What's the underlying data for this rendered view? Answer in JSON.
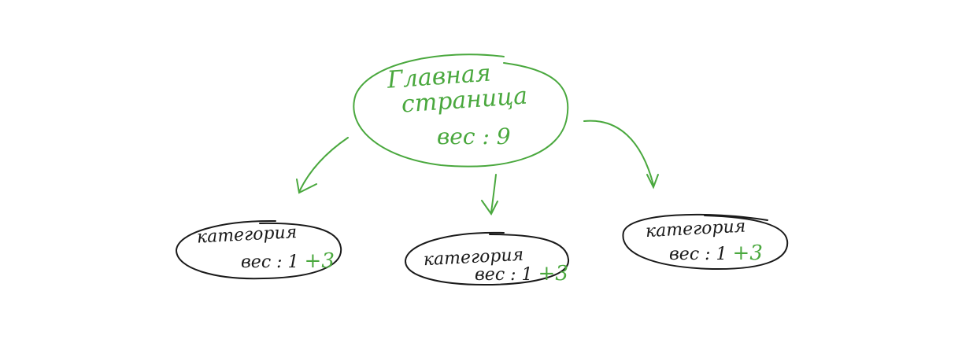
{
  "colors": {
    "green": "#4aa83e",
    "black": "#1a1a1a",
    "background": "#ffffff"
  },
  "root": {
    "title_line1": "Главная",
    "title_line2": "страница",
    "weight": "вес : 9"
  },
  "categories": [
    {
      "label": "категория",
      "weight": "вес : 1",
      "bonus": "+3"
    },
    {
      "label": "категория",
      "weight": "вес : 1",
      "bonus": "+3"
    },
    {
      "label": "категория",
      "weight": "вес : 1",
      "bonus": "+3"
    }
  ]
}
